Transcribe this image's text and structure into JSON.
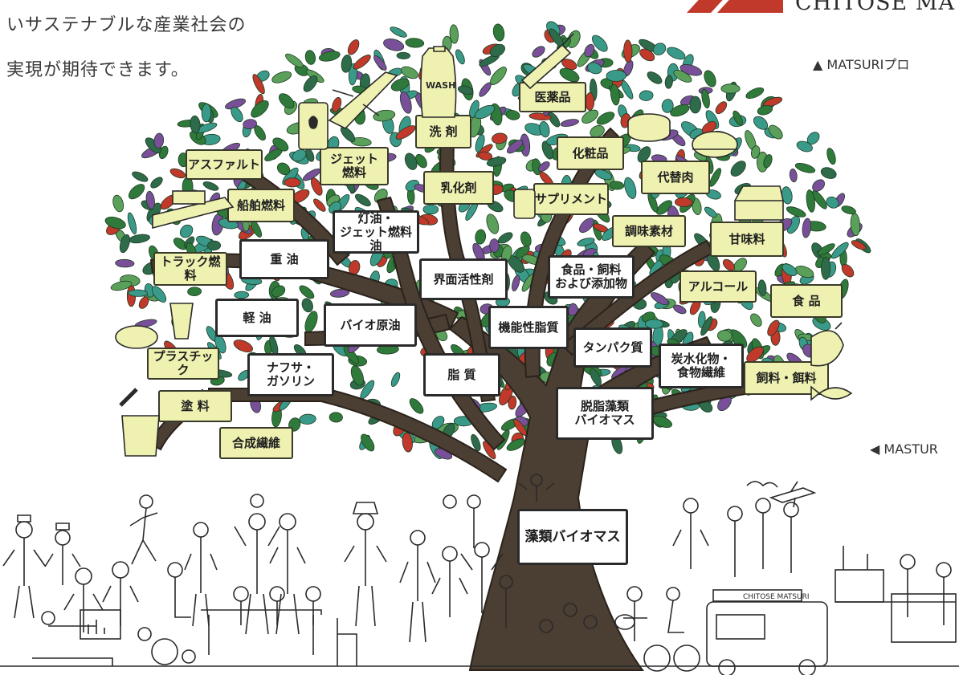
{
  "intro": {
    "line1": "いサステナブルな産業社会の",
    "line2": "実現が期待できます。"
  },
  "brand": {
    "logo_text": "CHITOSE MA"
  },
  "captions": {
    "top": "▲ MATSURIプロ",
    "side": "◀ MASTUR"
  },
  "tree": {
    "root": "藻類バイオマス",
    "trunk": "脱脂藻類\nバイオマス",
    "branches": [
      "重 油",
      "軽 油",
      "バイオ原油",
      "ナフサ・\nガソリン",
      "灯油・\nジェット燃料油",
      "界面活性剤",
      "脂 質",
      "機能性脂質",
      "タンパク質",
      "炭水化物・\n食物繊維",
      "食品・飼料\nおよび添加物"
    ],
    "leaves": [
      "アスファルト",
      "ジェット\n燃料",
      "船舶燃料",
      "トラック燃料",
      "プラスチック",
      "塗 料",
      "合成繊維",
      "洗 剤",
      "医薬品",
      "乳化剤",
      "化粧品",
      "サプリメント",
      "代替肉",
      "調味素材",
      "甘味料",
      "アルコール",
      "食 品",
      "飼料・餌料"
    ]
  },
  "bus_sign": "CHITOSE MATSURI",
  "product_icon_text": "WASH",
  "colors": {
    "leaf_green": "#2f7a3a",
    "leaf_teal": "#3a9a8a",
    "leaf_purple": "#7a4f9a",
    "leaf_red": "#c0392b",
    "trunk": "#4b3f33",
    "label_yellow": "#eef1b0",
    "logo_red": "#c0392b"
  }
}
